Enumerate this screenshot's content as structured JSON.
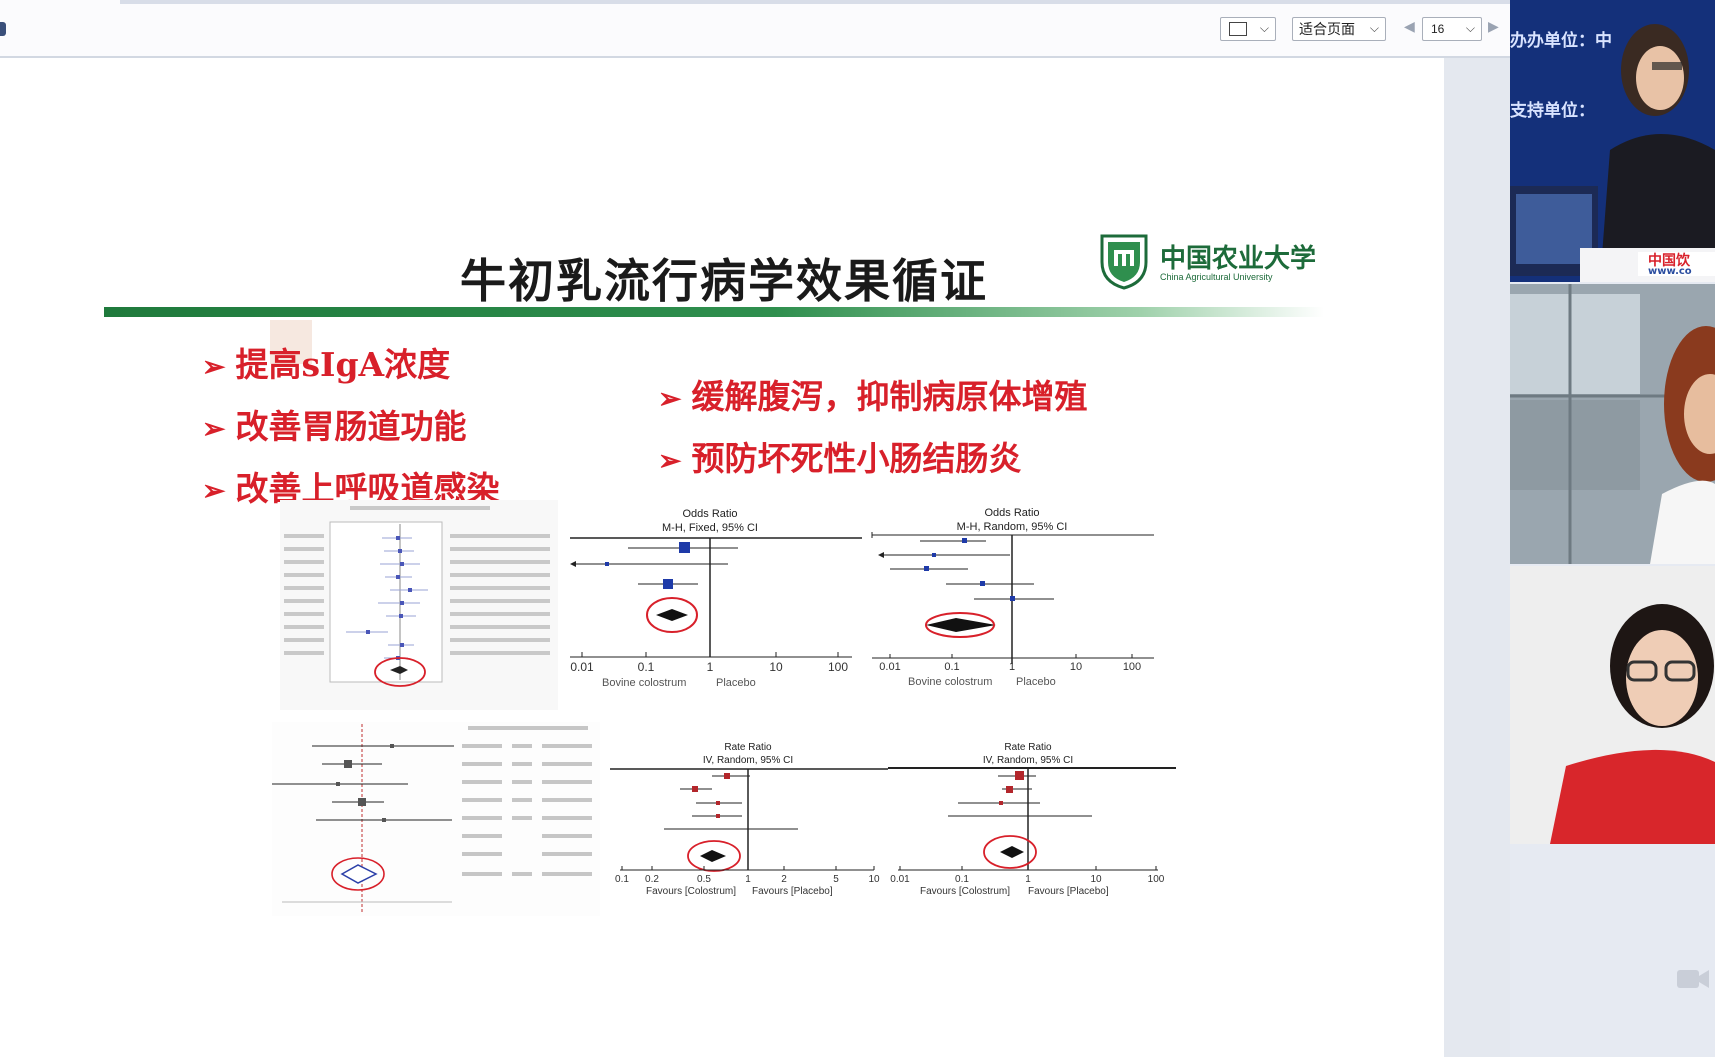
{
  "toolbar": {
    "zoom_label": "适合页面",
    "page_number": "16"
  },
  "slide": {
    "title": "牛初乳流行病学效果循证",
    "logo": {
      "cn": "中国农业大学",
      "en": "China Agricultural University"
    },
    "bullets_left": [
      "提高sIgA浓度",
      "改善胃肠道功能",
      "改善上呼吸道感染"
    ],
    "bullets_right": [
      "缓解腹泻，抑制病原体增殖",
      "预防坏死性小肠结肠炎"
    ],
    "arrow_glyph": "➢"
  },
  "plots": {
    "p1": {
      "title": "Odds Ratio",
      "sub": "M-H, Fixed, 95% CI",
      "ticks": [
        "0.01",
        "0.1",
        "1",
        "10",
        "100"
      ],
      "left_label": "Bovine colostrum",
      "right_label": "Placebo"
    },
    "p2": {
      "title": "Odds Ratio",
      "sub": "M-H, Random, 95% CI",
      "ticks": [
        "0.01",
        "0.1",
        "1",
        "10",
        "100"
      ],
      "left_label": "Bovine colostrum",
      "right_label": "Placebo"
    },
    "p3": {
      "title": "Rate Ratio",
      "sub": "IV, Random, 95% CI",
      "ticks": [
        "0.1",
        "0.2",
        "0.5",
        "1",
        "2",
        "5",
        "10"
      ],
      "left_label": "Favours [Colostrum]",
      "right_label": "Favours [Placebo]"
    },
    "p4": {
      "title": "Rate Ratio",
      "sub": "IV, Random, 95% CI",
      "ticks": [
        "0.01",
        "0.1",
        "1",
        "10",
        "100"
      ],
      "left_label": "Favours [Colostrum]",
      "right_label": "Favours [Placebo]"
    }
  },
  "video": {
    "host_line1": "办办单位：中",
    "host_line2": "支持单位：",
    "host_badge": "中国饮",
    "host_url": "www.co"
  },
  "colors": {
    "title_bar": "#1f7a3c",
    "bullet": "#d8202a",
    "host_bg": "#14307a",
    "circle": "#d8202a"
  }
}
